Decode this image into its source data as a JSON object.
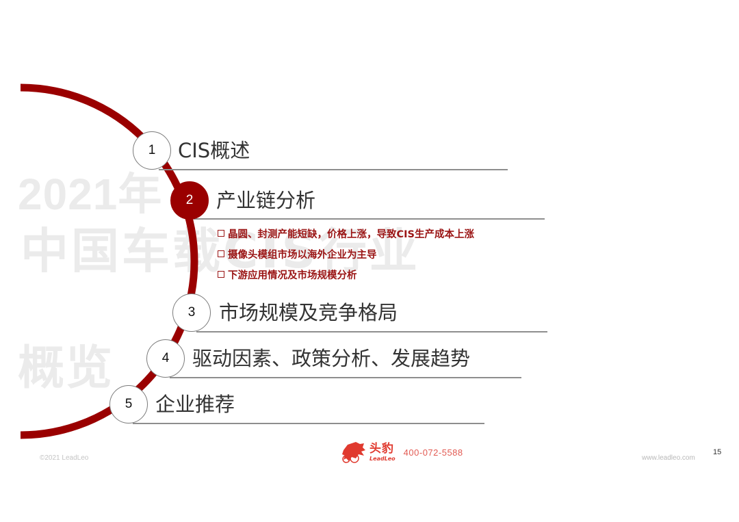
{
  "watermark": {
    "line1": "2021年",
    "line2": "中国车载CIS行业",
    "line3": "概览"
  },
  "colors": {
    "accent": "#9a0000",
    "subtext": "#9a1414",
    "title_text": "#333333",
    "rule": "#8e8e8e",
    "brand": "#e03a2f"
  },
  "agenda": {
    "items": [
      {
        "number": "1",
        "label": "CIS概述",
        "active": false
      },
      {
        "number": "2",
        "label": "产业链分析",
        "active": true,
        "subitems": [
          "晶圆、封测产能短缺，价格上涨，导致CIS生产成本上涨",
          "摄像头模组市场以海外企业为主导",
          "下游应用情况及市场规模分析"
        ]
      },
      {
        "number": "3",
        "label": "市场规模及竞争格局",
        "active": false
      },
      {
        "number": "4",
        "label": "驱动因素、政策分析、发展趋势",
        "active": false
      },
      {
        "number": "5",
        "label": "企业推荐",
        "active": false
      }
    ]
  },
  "footer": {
    "copyright": "©2021 LeadLeo",
    "logo_cn": "头豹",
    "logo_en": "LeadLeo",
    "phone": "400-072-5588",
    "website": "www.leadleo.com",
    "page_number": "15"
  }
}
